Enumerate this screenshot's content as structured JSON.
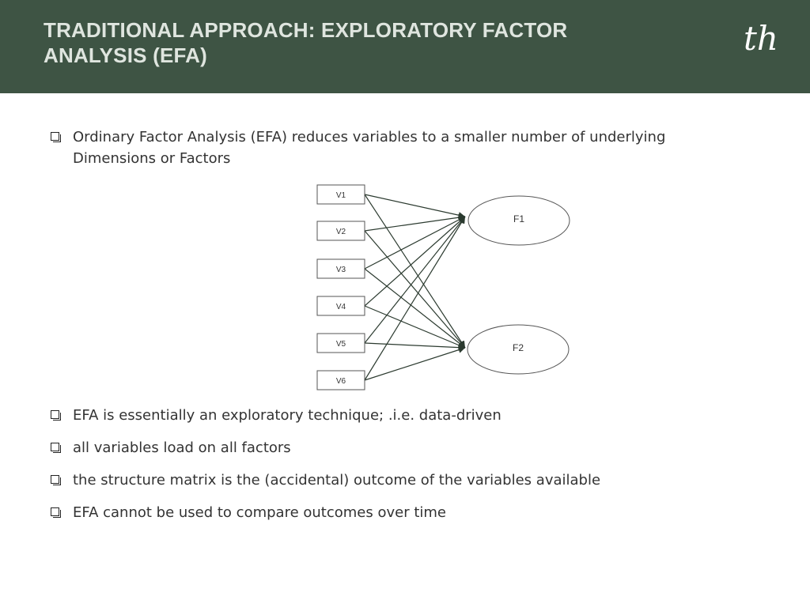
{
  "header": {
    "title_line1": "TRADITIONAL APPROACH: EXPLORATORY FACTOR",
    "title_line2": "ANALYSIS (EFA)",
    "logo": "th",
    "background_color": "#3e5444"
  },
  "bullets_top": [
    {
      "text": "Ordinary Factor Analysis (EFA) reduces variables to a smaller number of underlying Dimensions or Factors"
    }
  ],
  "diagram": {
    "variables": [
      "V1",
      "V2",
      "V3",
      "V4",
      "V5",
      "V6"
    ],
    "factors": [
      "F1",
      "F2"
    ],
    "edges": "all-to-all"
  },
  "bullets_bottom": [
    {
      "text": "EFA is essentially an exploratory technique; .i.e. data-driven"
    },
    {
      "text": "all variables load on all factors"
    },
    {
      "text": "the structure matrix is the (accidental) outcome of the variables available"
    },
    {
      "text": "EFA cannot be used to compare outcomes over time"
    }
  ]
}
